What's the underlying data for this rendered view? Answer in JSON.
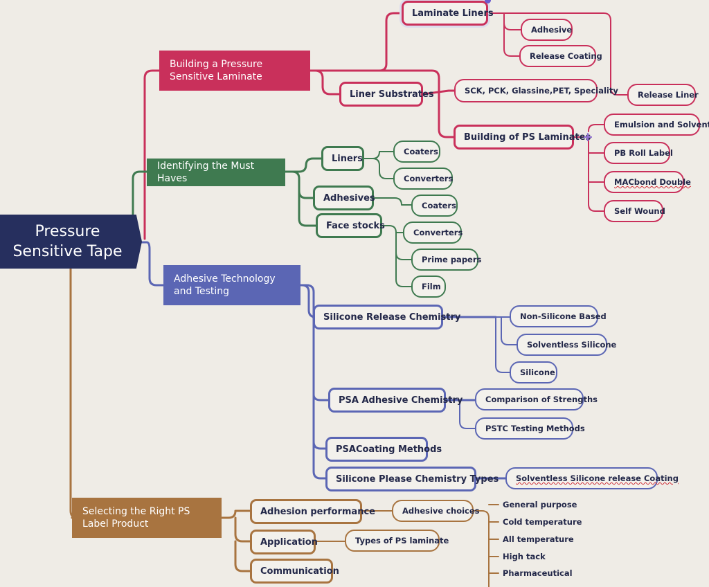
{
  "colors": {
    "background": "#efece6",
    "root": "#262f5e",
    "red": "#c9305b",
    "green": "#3f7a50",
    "blue": "#5b66b4",
    "brown": "#a87440"
  },
  "root": {
    "label": "Pressure Sensitive Tape"
  },
  "branches": {
    "building": {
      "label": "Building a Pressure Sensitive Laminate",
      "laminate_liners": "Laminate Liners",
      "adhesive": "Adhesive",
      "release_coating": "Release Coating",
      "release_liner": "Release Liner",
      "liner_substrates": "Liner Substrates",
      "substrate_types": "SCK, PCK, Glassine,PET, Speciality",
      "building_ps": "Building of PS Laminates",
      "emulsion_solvent": "Emulsion and Solvent",
      "pb_roll": "PB Roll Label",
      "macbond": "MACbond Double",
      "self_wound": "Self Wound"
    },
    "must_haves": {
      "label": "Identifying the Must Haves",
      "liners": "Liners",
      "liners_coaters": "Coaters",
      "liners_converters": "Converters",
      "adhesives": "Adhesives",
      "adhesives_coaters": "Coaters",
      "face_stocks": "Face stocks",
      "face_converters": "Converters",
      "prime_papers": "Prime papers",
      "film": "Film"
    },
    "adhesive_tech": {
      "label": "Adhesive Technology and Testing",
      "silicone_release": "Silicone Release Chemistry",
      "non_silicone": "Non-Silicone Based",
      "solventless_silicone": "Solventless Silicone",
      "silicone": "Silicone",
      "psa_chemistry": "PSA Adhesive Chemistry",
      "comparison": "Comparison of Strengths",
      "pstc": "PSTC Testing Methods",
      "psa_coating": "PSACoating Methods",
      "silicone_please": "Silicone Please Chemistry Types",
      "solventless_release": "Solventless Silicone release Coating"
    },
    "selecting": {
      "label": "Selecting the Right PS Label Product",
      "adhesion_performance": "Adhesion performance",
      "adhesive_choices": "Adhesive choices",
      "choices": [
        "General purpose",
        "Cold temperature",
        "All temperature",
        "High tack",
        "Pharmaceutical"
      ],
      "application": "Application",
      "types_laminate": "Types of PS laminate",
      "communication": "Communication"
    }
  }
}
